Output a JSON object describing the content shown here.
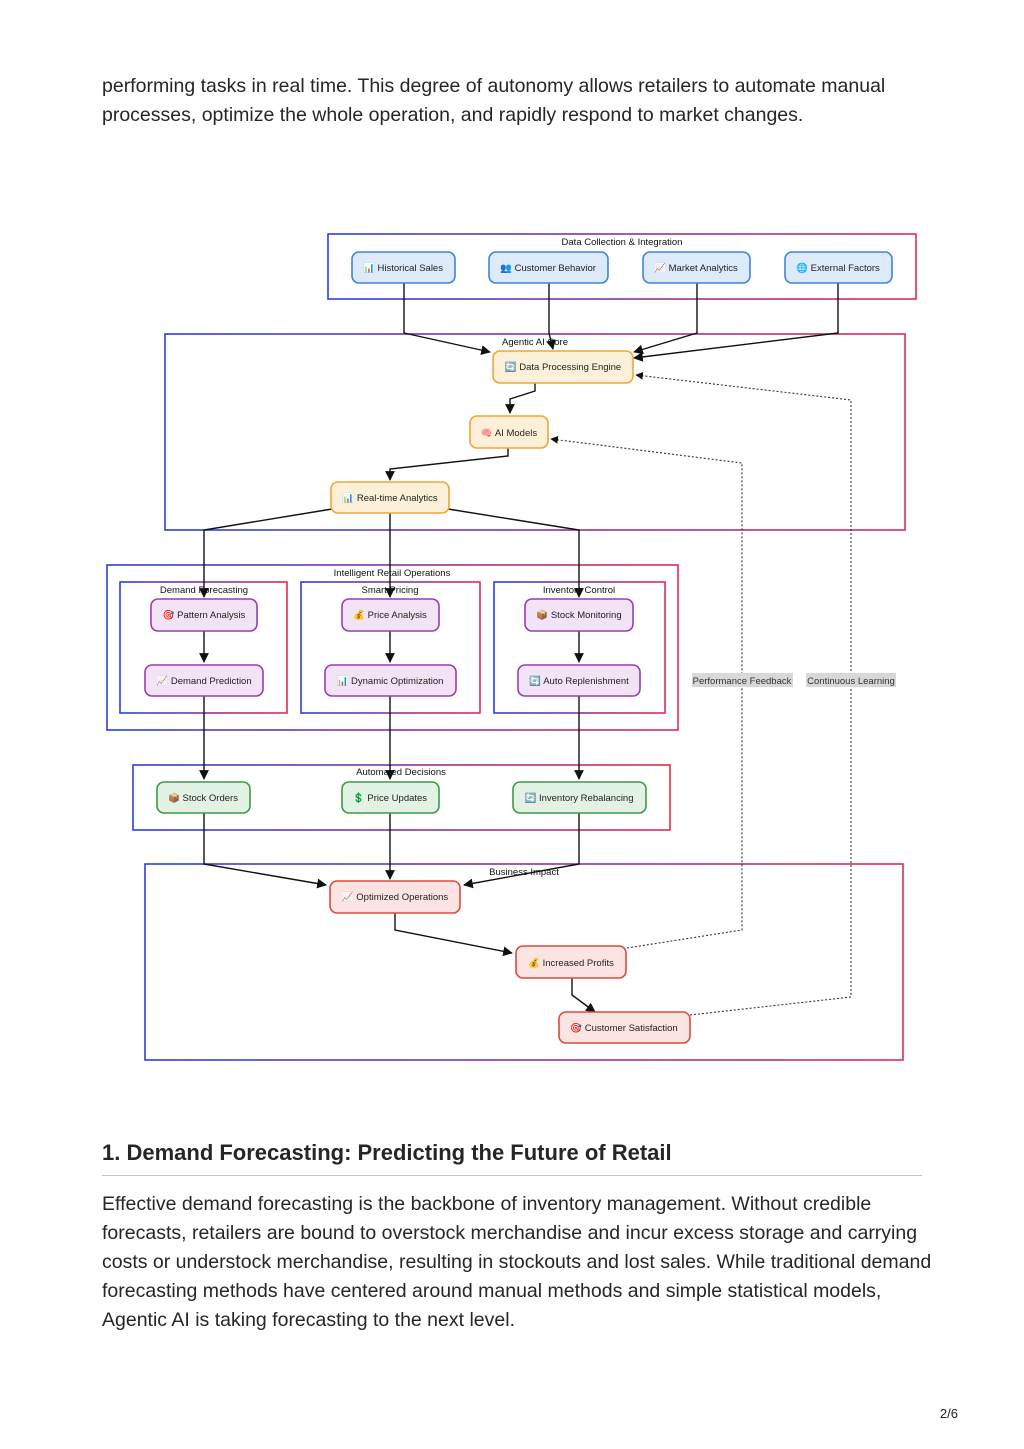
{
  "intro_text": "performing tasks in real time. This degree of autonomy allows retailers to automate manual processes, optimize the whole operation, and rapidly respond to market changes.",
  "diagram": {
    "groups": {
      "data_collection": "Data Collection & Integration",
      "agentic_core": "Agentic AI Core",
      "intelligent_ops": "Intelligent Retail Operations",
      "demand_forecasting": "Demand Forecasting",
      "smart_pricing": "Smart Pricing",
      "inventory_control": "Inventory Control",
      "automated_decisions": "Automated Decisions",
      "business_impact": "Business Impact"
    },
    "nodes": {
      "historical_sales": "📊 Historical Sales",
      "customer_behavior": "👥 Customer Behavior",
      "market_analytics": "📈 Market Analytics",
      "external_factors": "🌐 External Factors",
      "data_processing": "🔄 Data Processing Engine",
      "ai_models": "🧠 AI Models",
      "realtime_analytics": "📊 Real-time Analytics",
      "pattern_analysis": "🎯 Pattern Analysis",
      "demand_prediction": "📈 Demand Prediction",
      "price_analysis": "💰 Price Analysis",
      "dynamic_optimization": "📊 Dynamic Optimization",
      "stock_monitoring": "📦 Stock Monitoring",
      "auto_replenishment": "🔄 Auto Replenishment",
      "stock_orders": "📦 Stock Orders",
      "price_updates": "💲 Price Updates",
      "inventory_rebalancing": "🔄 Inventory Rebalancing",
      "optimized_operations": "📈 Optimized Operations",
      "increased_profits": "💰 Increased Profits",
      "customer_satisfaction": "🎯 Customer Satisfaction"
    },
    "edge_labels": {
      "performance_feedback": "Performance Feedback",
      "continuous_learning": "Continuous Learning"
    },
    "colors": {
      "group_blue": "#2b3fe0",
      "group_red": "#e02b57",
      "blue_fill": "#dceafa",
      "blue_stroke": "#3f85d6",
      "orange_fill": "#fdf0d8",
      "orange_stroke": "#f0a53a",
      "purple_fill": "#f2e3f6",
      "purple_stroke": "#9a3cb4",
      "green_fill": "#e2f2e3",
      "green_stroke": "#3c9a47",
      "red_fill": "#fbe4e2",
      "red_stroke": "#dd4a3e"
    }
  },
  "section_heading": "1. Demand Forecasting: Predicting the Future of Retail",
  "body_text": "Effective demand forecasting is the backbone of inventory management. Without credible forecasts, retailers are bound to overstock merchandise and incur excess storage and carrying costs or understock merchandise, resulting in stockouts and lost sales. While traditional demand forecasting methods have centered around manual methods and simple statistical models, Agentic AI is taking forecasting to the next level.",
  "page_number": "2/6"
}
